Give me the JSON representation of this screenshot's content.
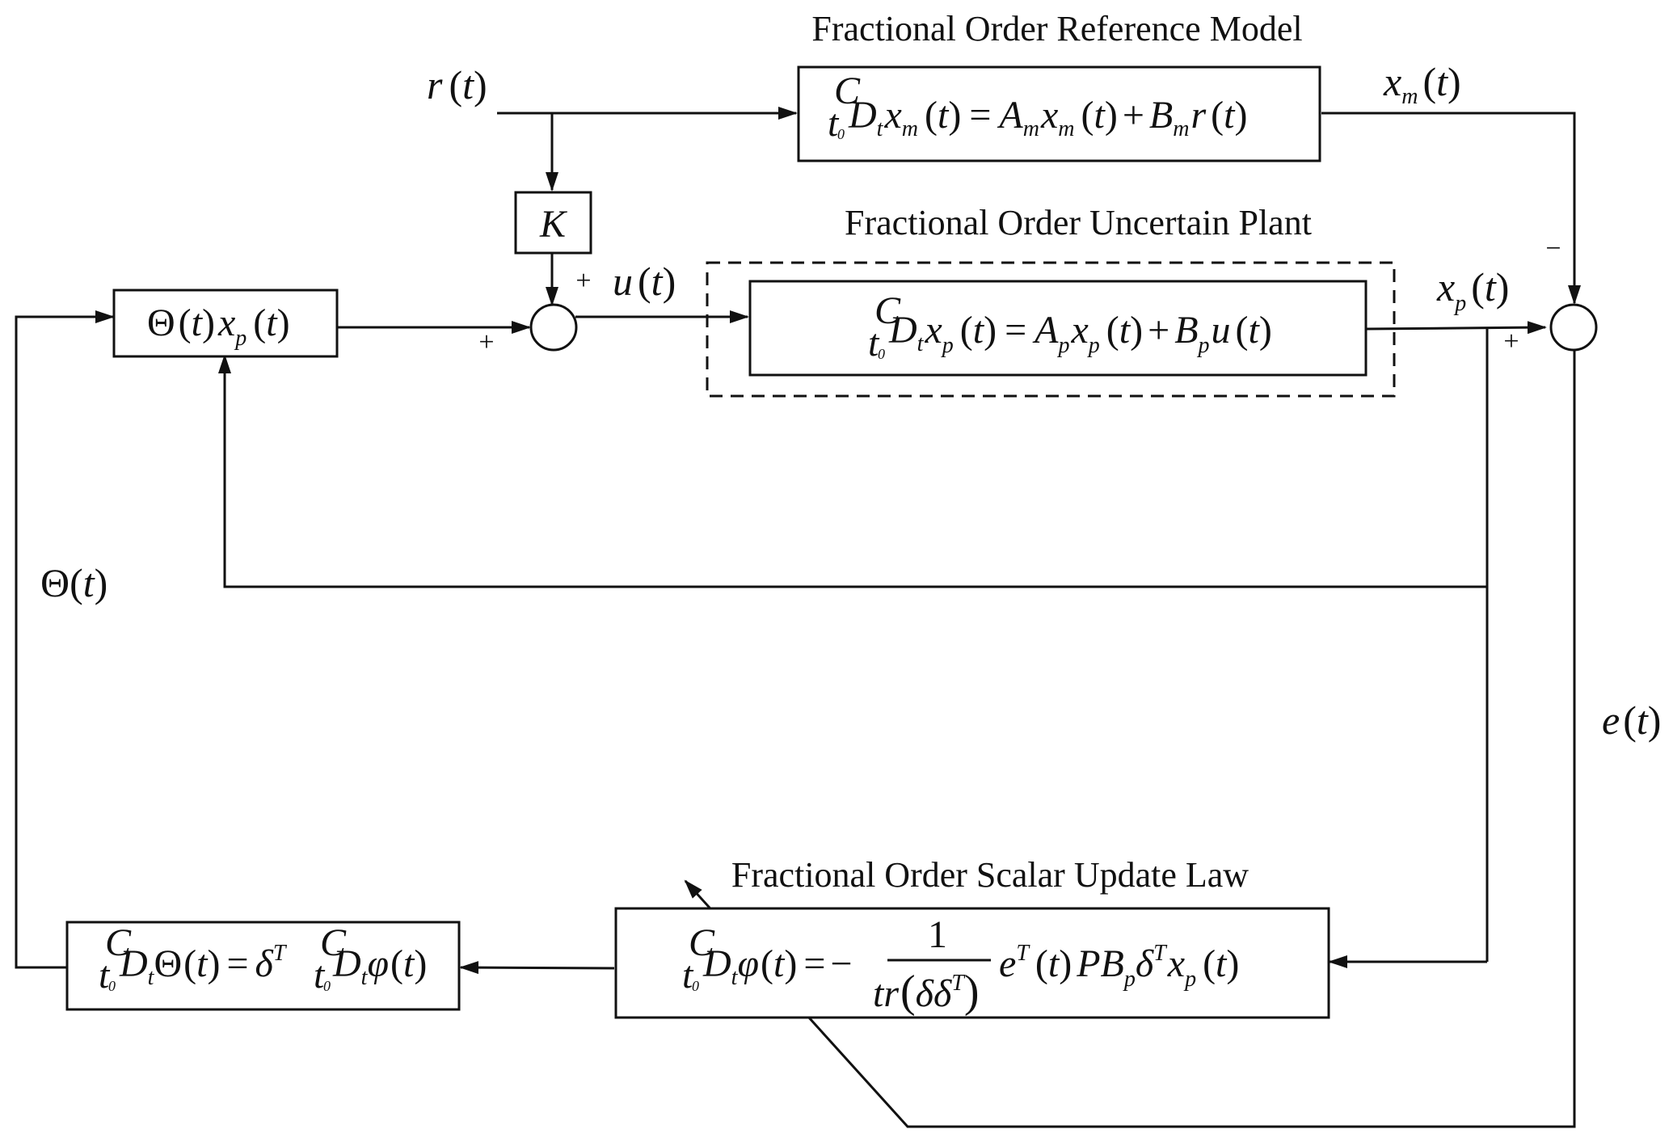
{
  "titles": {
    "reference_model": "Fractional Order Reference Model",
    "uncertain_plant": "Fractional Order Uncertain Plant",
    "update_law": "Fractional Order Scalar Update Law"
  },
  "signals": {
    "r": {
      "sym": "r",
      "arg": "t"
    },
    "xm": {
      "sym": "x",
      "sub": "m",
      "arg": "t"
    },
    "u": {
      "sym": "u",
      "arg": "t"
    },
    "xp": {
      "sym": "x",
      "sub": "p",
      "arg": "t"
    },
    "theta": {
      "sym": "Θ",
      "arg": "t"
    },
    "e": {
      "sym": "e",
      "arg": "t"
    }
  },
  "gain_label": "K",
  "signs": {
    "sum1_k": "+",
    "sum1_theta": "+",
    "sum2_xm": "−",
    "sum2_xp": "+"
  },
  "operator": {
    "pre_sup": "C",
    "pre_sub": "t",
    "pre_sub_sub": "0",
    "D": "D",
    "D_sub": "t"
  },
  "equations": {
    "reference_model": "x_m(t) = A_m x_m(t) + B_m r(t)",
    "uncertain_plant": "x_p(t) = A_p x_p(t) + B_p u(t)",
    "theta_block": "Θ(t) x_p(t)",
    "theta_dynamics": "Θ(t) = δ^T D φ(t)",
    "update_law": "φ(t) = − 1 / tr(δδ^T) e^T(t) P B_p δ^T x_p(t)"
  },
  "equation_parts": {
    "numerator": "1",
    "tr": "tr",
    "delta": "δ",
    "T": "T",
    "phi": "φ",
    "P": "P",
    "A": "A",
    "B": "B",
    "eq": "=",
    "plus": "+",
    "minus": "−"
  }
}
